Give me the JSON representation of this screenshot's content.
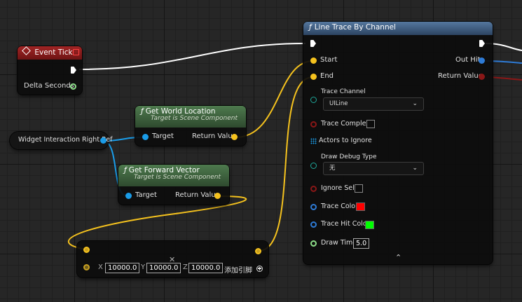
{
  "colors": {
    "exec": "#ffffff",
    "vector": "#f5c21e",
    "object": "#1a9ce8",
    "bool": "#8a1717",
    "color_pin": "#2e7bd6",
    "float": "#8ee08a",
    "event_header": "#8f1e1e",
    "function_header": "#3e5a7e",
    "pure_header": "#3f5f3f",
    "trace_color": "#ff0000",
    "trace_hit_color": "#00ff00"
  },
  "event_tick": {
    "title": "Event Tick",
    "icon": "event-diamond-icon",
    "delta_seconds": "Delta Seconds"
  },
  "widget_ref": {
    "label": "Widget Interaction Right Ref"
  },
  "get_world_location": {
    "title": "Get World Location",
    "subtitle": "Target is Scene Component",
    "target": "Target",
    "return_value": "Return Value"
  },
  "get_forward_vector": {
    "title": "Get Forward Vector",
    "subtitle": "Target is Scene Component",
    "target": "Target",
    "return_value": "Return Value"
  },
  "multiply_node": {
    "x_label": "X",
    "x_value": "10000.0",
    "y_label": "Y",
    "y_value": "10000.0",
    "z_label": "Z",
    "z_value": "10000.0",
    "add_pin": "添加引脚",
    "close_glyph": "✕"
  },
  "line_trace": {
    "title": "Line Trace By Channel",
    "func_glyph": "ƒ",
    "start": "Start",
    "end": "End",
    "out_hit": "Out Hit",
    "return_value": "Return Value",
    "trace_channel_label": "Trace Channel",
    "trace_channel_value": "UILine",
    "trace_complex": "Trace Complex",
    "actors_to_ignore": "Actors to Ignore",
    "draw_debug_type_label": "Draw Debug Type",
    "draw_debug_type_value": "无",
    "ignore_self": "Ignore Self",
    "trace_color": "Trace Color",
    "trace_hit_color": "Trace Hit Color",
    "draw_time": "Draw Time",
    "draw_time_value": "5.0",
    "collapse_glyph": "⌃"
  }
}
